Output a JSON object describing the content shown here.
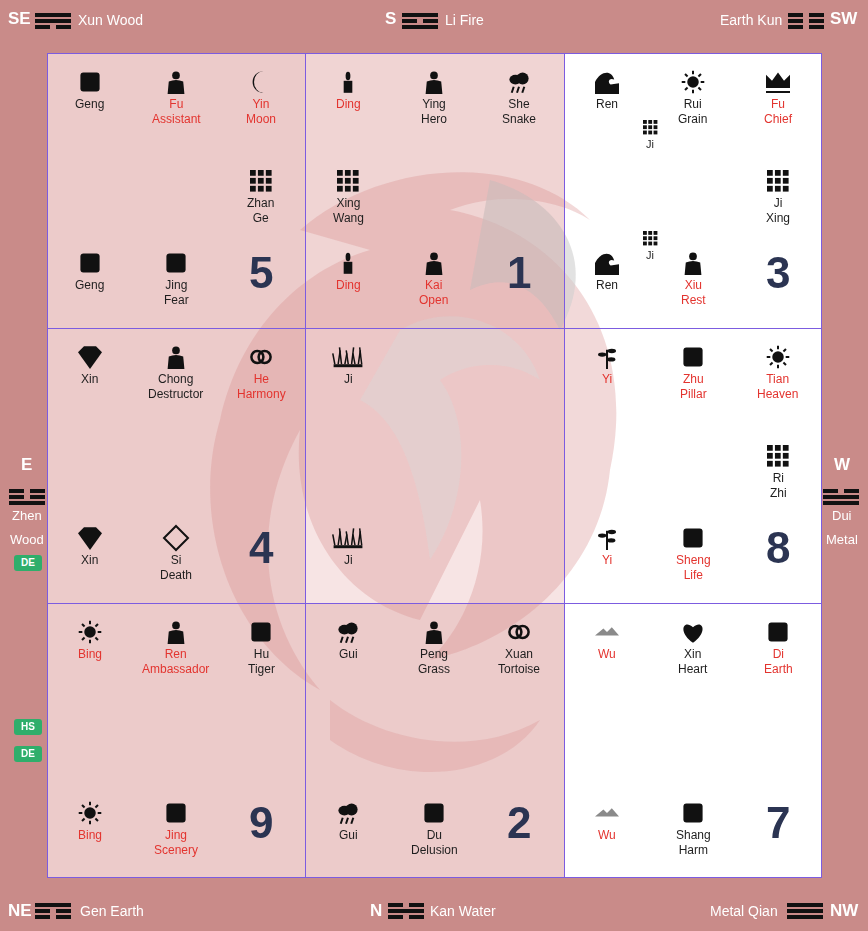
{
  "diagram": {
    "nodes": [
      {
        "text": [
          "Geng",
          "Fu Assistant",
          "Yin Moon",
          "Zhan Ge",
          "Geng",
          "Jing Fear",
          "5"
        ]
      },
      {
        "text": [
          "Ding",
          "Ying Hero",
          "She Snake",
          "Xing Wang",
          "Ding",
          "Kai Open",
          "1"
        ]
      },
      {
        "text": [
          "Ren",
          "Rui Grain",
          "Fu Chief",
          "Ji",
          "Ji Xing",
          "Ji",
          "Ren",
          "Xiu Rest",
          "3"
        ]
      },
      {
        "text": [
          "Xin",
          "Chong Destructor",
          "He Harmony",
          "Xin",
          "Si Death",
          "4"
        ]
      },
      {
        "text": [
          "Ji",
          "Ji"
        ]
      },
      {
        "text": [
          "Yi",
          "Zhu Pillar",
          "Tian Heaven",
          "Ri Zhi",
          "Yi",
          "Sheng Life",
          "8"
        ]
      },
      {
        "text": [
          "Bing",
          "Ren Ambassador",
          "Hu Tiger",
          "Bing",
          "Jing Scenery",
          "9"
        ]
      },
      {
        "text": [
          "Gui",
          "Peng Grass",
          "Xuan Tortoise",
          "Gui",
          "Du Delusion",
          "2"
        ]
      },
      {
        "text": [
          "Wu",
          "Xin Heart",
          "Di Earth",
          "Wu",
          "Shang Harm",
          "7"
        ]
      },
      {
        "text": [
          "DE"
        ]
      },
      {
        "text": [
          "HS"
        ]
      },
      {
        "text": [
          "DE"
        ]
      }
    ],
    "labels": [
      "SE",
      "Xun Wood",
      "S",
      "Li Fire",
      "Earth Kun",
      "SW",
      "E",
      "Zhen",
      "Wood",
      "W",
      "Dui",
      "Metal",
      "NE",
      "Gen Earth",
      "N",
      "Kan Water",
      "Metal Qian",
      "NW"
    ]
  }
}
